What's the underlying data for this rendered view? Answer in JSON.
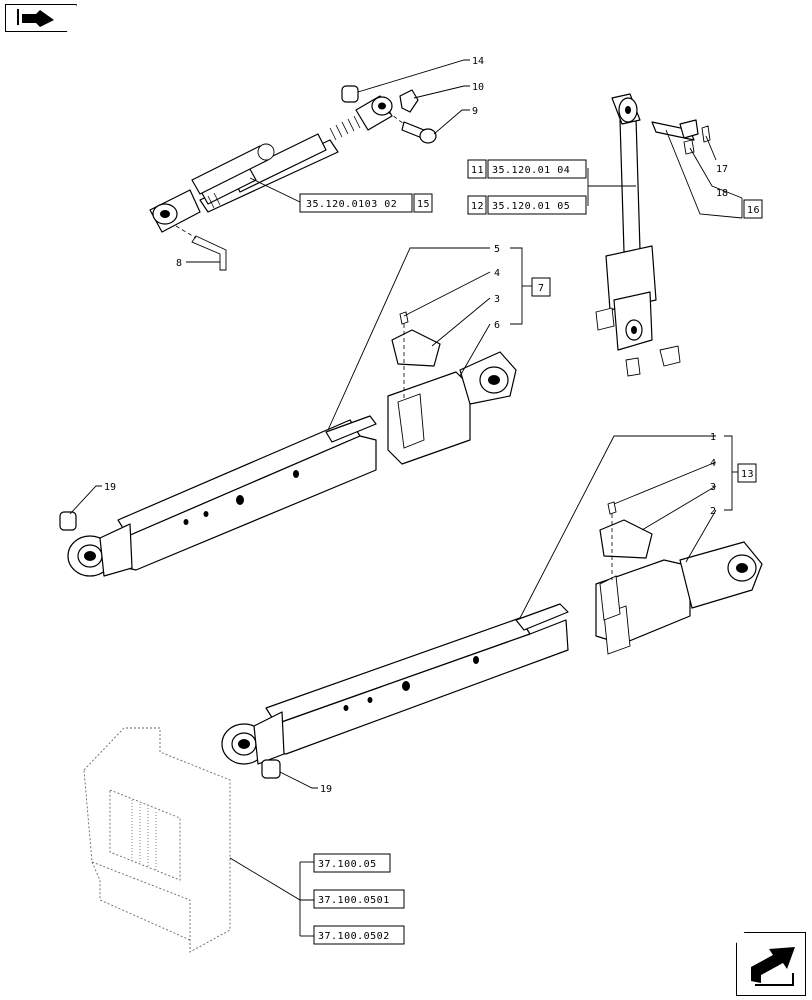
{
  "nav": {
    "back_icon": "back-arrow-icon",
    "forward_icon": "forward-arrow-icon"
  },
  "callouts": {
    "c14": "14",
    "c10": "10",
    "c9": "9",
    "c8": "8",
    "c5": "5",
    "c4a": "4",
    "c3a": "3",
    "c6": "6",
    "c19a": "19",
    "c17": "17",
    "c18": "18",
    "c1": "1",
    "c4b": "4",
    "c3b": "3",
    "c2": "2",
    "c19b": "19"
  },
  "refs": {
    "upper_link": "35.120.0103 02",
    "upper_link_tag": "15",
    "tag11": "11",
    "ref11": "35.120.01 04",
    "tag12": "12",
    "ref12": "35.120.01 05",
    "tag16": "16",
    "tag7": "7",
    "tag13": "13",
    "bracket1": "37.100.05",
    "bracket2": "37.100.0501",
    "bracket3": "37.100.0502"
  }
}
